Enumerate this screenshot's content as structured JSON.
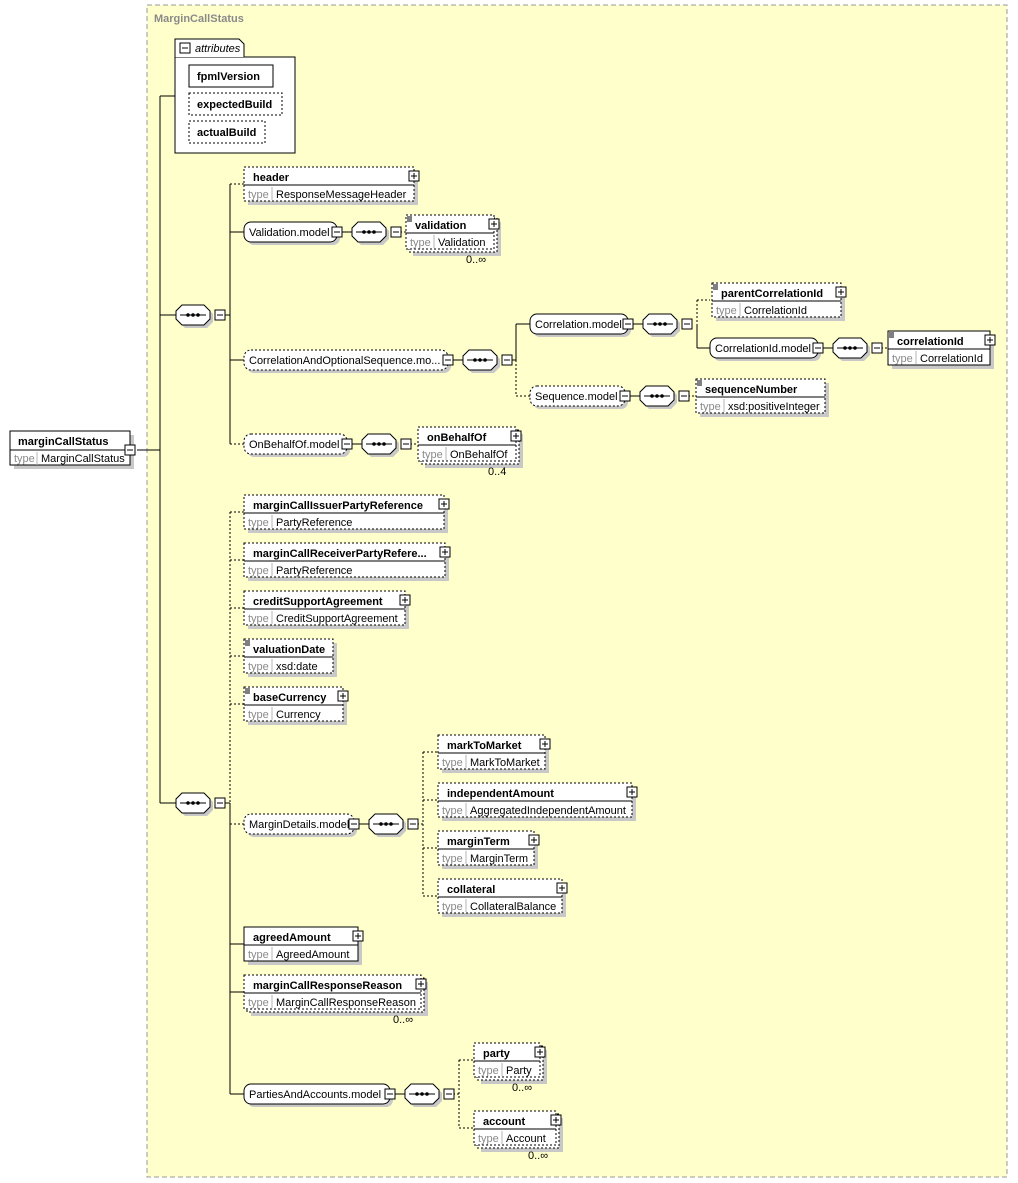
{
  "colors": {
    "container_fill": "#ffffcc",
    "container_border": "#999999",
    "shadow": "#c8c8c8"
  },
  "type_keyword": "type",
  "container_title": "MarginCallStatus",
  "root": {
    "name": "marginCallStatus",
    "type": "MarginCallStatus"
  },
  "attributes": {
    "label": "attributes",
    "items": [
      "fpmlVersion",
      "expectedBuild",
      "actualBuild"
    ]
  },
  "elements": {
    "header": {
      "name": "header",
      "type": "ResponseMessageHeader"
    },
    "validation": {
      "name": "validation",
      "type": "Validation",
      "card": "0..∞"
    },
    "parentCorrelationId": {
      "name": "parentCorrelationId",
      "type": "CorrelationId"
    },
    "correlationId": {
      "name": "correlationId",
      "type": "CorrelationId"
    },
    "sequenceNumber": {
      "name": "sequenceNumber",
      "type": "xsd:positiveInteger"
    },
    "onBehalfOf": {
      "name": "onBehalfOf",
      "type": "OnBehalfOf",
      "card": "0..4"
    },
    "marginCallIssuerPartyReference": {
      "name": "marginCallIssuerPartyReference",
      "type": "PartyReference"
    },
    "marginCallReceiverPartyReference": {
      "name": "marginCallReceiverPartyRefere...",
      "type": "PartyReference"
    },
    "creditSupportAgreement": {
      "name": "creditSupportAgreement",
      "type": "CreditSupportAgreement"
    },
    "valuationDate": {
      "name": "valuationDate",
      "type": "xsd:date"
    },
    "baseCurrency": {
      "name": "baseCurrency",
      "type": "Currency"
    },
    "markToMarket": {
      "name": "markToMarket",
      "type": "MarkToMarket"
    },
    "independentAmount": {
      "name": "independentAmount",
      "type": "AggregatedIndependentAmount"
    },
    "marginTerm": {
      "name": "marginTerm",
      "type": "MarginTerm"
    },
    "collateral": {
      "name": "collateral",
      "type": "CollateralBalance"
    },
    "agreedAmount": {
      "name": "agreedAmount",
      "type": "AgreedAmount"
    },
    "marginCallResponseReason": {
      "name": "marginCallResponseReason",
      "type": "MarginCallResponseReason",
      "card": "0..∞"
    },
    "party": {
      "name": "party",
      "type": "Party",
      "card": "0..∞"
    },
    "account": {
      "name": "account",
      "type": "Account",
      "card": "0..∞"
    }
  },
  "groups": {
    "validationModel": "Validation.model",
    "correlationAndOptionalSequenceModel": "CorrelationAndOptionalSequence.mo...",
    "correlationModel": "Correlation.model",
    "correlationIdModel": "CorrelationId.model",
    "sequenceModel": "Sequence.model",
    "onBehalfOfModel": "OnBehalfOf.model",
    "marginDetailsModel": "MarginDetails.model",
    "partiesAndAccountsModel": "PartiesAndAccounts.model"
  }
}
